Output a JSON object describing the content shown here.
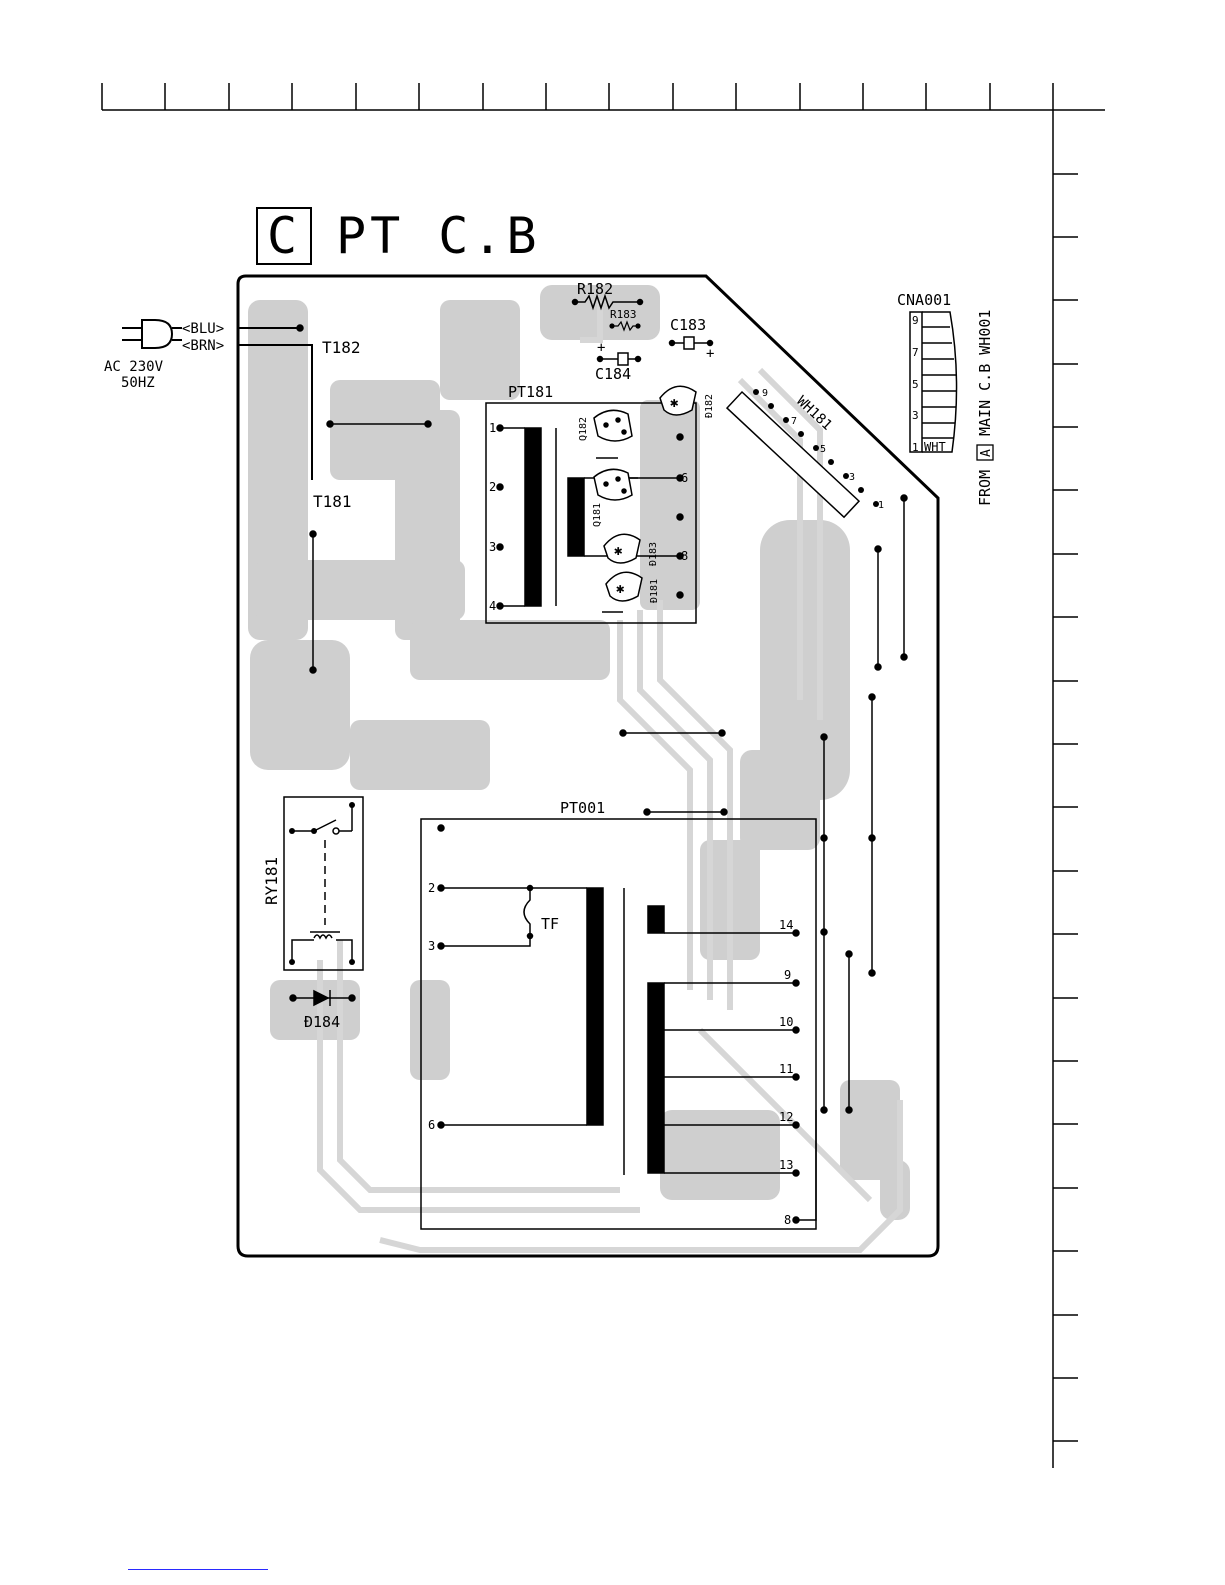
{
  "board": {
    "section_letter": "C",
    "title": "PT C.B"
  },
  "ac_input": {
    "voltage": "AC 230V",
    "frequency": "50HZ",
    "wire1": "<BLU>",
    "wire2": "<BRN>"
  },
  "components": {
    "T182": "T182",
    "T181": "T181",
    "R182": "R182",
    "R183": "R183",
    "C183": "C183",
    "C184": "C184",
    "PT181": "PT181",
    "Q182": "Q182",
    "Q181": "Q181",
    "D182": "Ð182",
    "D183": "Ð183",
    "D181": "Ð181",
    "WH181": "WH181",
    "RY181": "RY181",
    "D184": "Ð184",
    "PT001": "PT001",
    "TF": "TF",
    "plus1": "+",
    "plus2": "+"
  },
  "pt181_pins": [
    "1",
    "2",
    "3",
    "4",
    "6",
    "8"
  ],
  "pt001_pins_left": [
    "2",
    "3",
    "6"
  ],
  "pt001_pins_right": [
    "14",
    "9",
    "10",
    "11",
    "12",
    "13",
    "8"
  ],
  "wh181_pins": [
    "9",
    "7",
    "5",
    "3",
    "1"
  ],
  "connector": {
    "name": "CNA001",
    "pins": [
      "9",
      "7",
      "5",
      "3",
      "1"
    ],
    "wire_label": "WHT",
    "source_text_a": "FROM",
    "source_box": "A",
    "source_text_b": "MAIN C.B WH001"
  },
  "colors": {
    "trace": "#cfcfcf",
    "ink": "#000000"
  }
}
